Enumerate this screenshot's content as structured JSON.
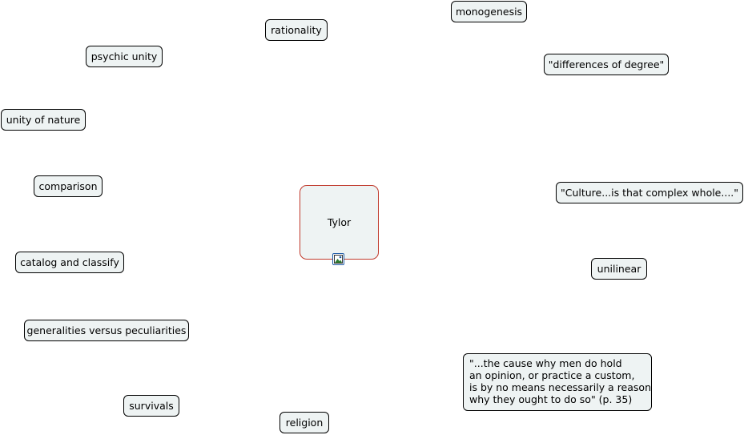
{
  "concept_map": {
    "center": {
      "label": "Tylor",
      "border_color": "#c0392b",
      "fill_color": "#eef3f3",
      "attachment_icon": "image-icon"
    },
    "nodes": [
      {
        "id": "rationality",
        "label": "rationality"
      },
      {
        "id": "monogenesis",
        "label": "monogenesis"
      },
      {
        "id": "psychic-unity",
        "label": "psychic unity"
      },
      {
        "id": "differences-of-degree",
        "label": "\"differences of degree\""
      },
      {
        "id": "unity-of-nature",
        "label": "unity of nature"
      },
      {
        "id": "comparison",
        "label": "comparison"
      },
      {
        "id": "culture-complex-whole",
        "label": "\"Culture...is that complex whole....\""
      },
      {
        "id": "catalog-and-classify",
        "label": "catalog and classify"
      },
      {
        "id": "unilinear",
        "label": "unilinear"
      },
      {
        "id": "generalities-versus-peculiarities",
        "label": "generalities versus peculiarities"
      },
      {
        "id": "cause-quote",
        "label": "\"...the cause why men do hold\nan opinion, or practice a custom,\nis by no means necessarily a reason\nwhy they ought to do so\" (p. 35)"
      },
      {
        "id": "survivals",
        "label": "survivals"
      },
      {
        "id": "religion",
        "label": "religion"
      }
    ]
  }
}
